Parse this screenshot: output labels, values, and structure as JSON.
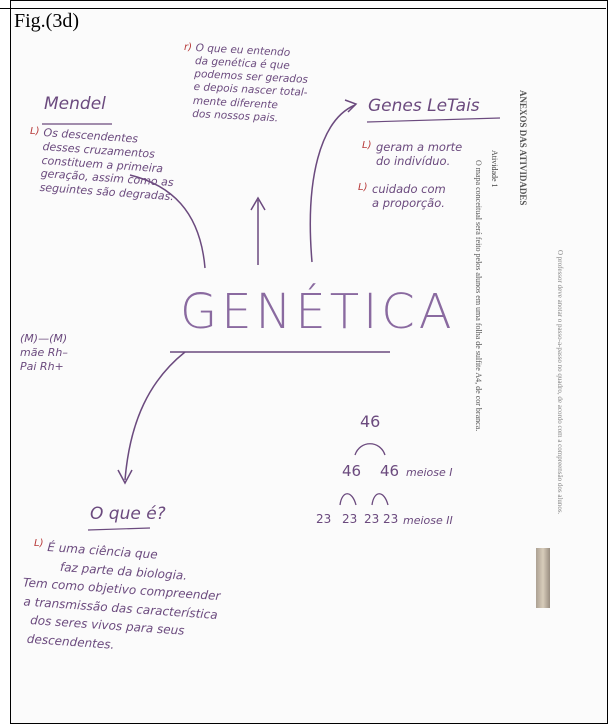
{
  "figure_label": "Fig.(3d)",
  "center": "GENÉTICA",
  "top_note": {
    "marker": "r)",
    "lines": [
      "O que eu entendo",
      "da genética é que",
      "podemos ser gerados",
      "e depois nascer total-",
      "mente diferente",
      "dos nossos pais."
    ]
  },
  "mendel": {
    "title": "Mendel",
    "marker": "L)",
    "lines": [
      "Os descendentes",
      "desses cruzamentos",
      "constituem a primeira",
      "geração, assim como as",
      "seguintes são degradas."
    ]
  },
  "genes": {
    "title": "Genes LeTais",
    "items": [
      {
        "marker": "L)",
        "lines": [
          "geram a morte",
          "do indivíduo."
        ]
      },
      {
        "marker": "L)",
        "lines": [
          "cuidado com",
          "a proporção."
        ]
      }
    ]
  },
  "left_small": {
    "line1": "(M)—(M)",
    "line2": "mãe Rh–",
    "line3": "Pai Rh+"
  },
  "meiosis": {
    "top": "46",
    "mid_left": "46",
    "mid_right": "46",
    "mid_label": "meiose I",
    "bottom": [
      "23",
      "23",
      "23",
      "23"
    ],
    "bottom_label": "meiose II"
  },
  "oque": {
    "title": "O que é?",
    "marker": "L)",
    "lines": [
      "É uma ciência que",
      "faz parte da biologia.",
      "Tem como objetivo compreender",
      "a transmissão das característica",
      "dos seres vivos para seus",
      "descendentes."
    ]
  },
  "background_sheet": {
    "heading": "ANEXOS DAS ATIVIDADES",
    "subheading": "Atividade 1",
    "line1": "O mapa conceitual será feito pelos alunos em uma folha de sulfite A4, de cor branca.",
    "line2": "O professor deve anotar o passo-a-passo no quadro, de acordo com a compreensão dos alunos."
  }
}
